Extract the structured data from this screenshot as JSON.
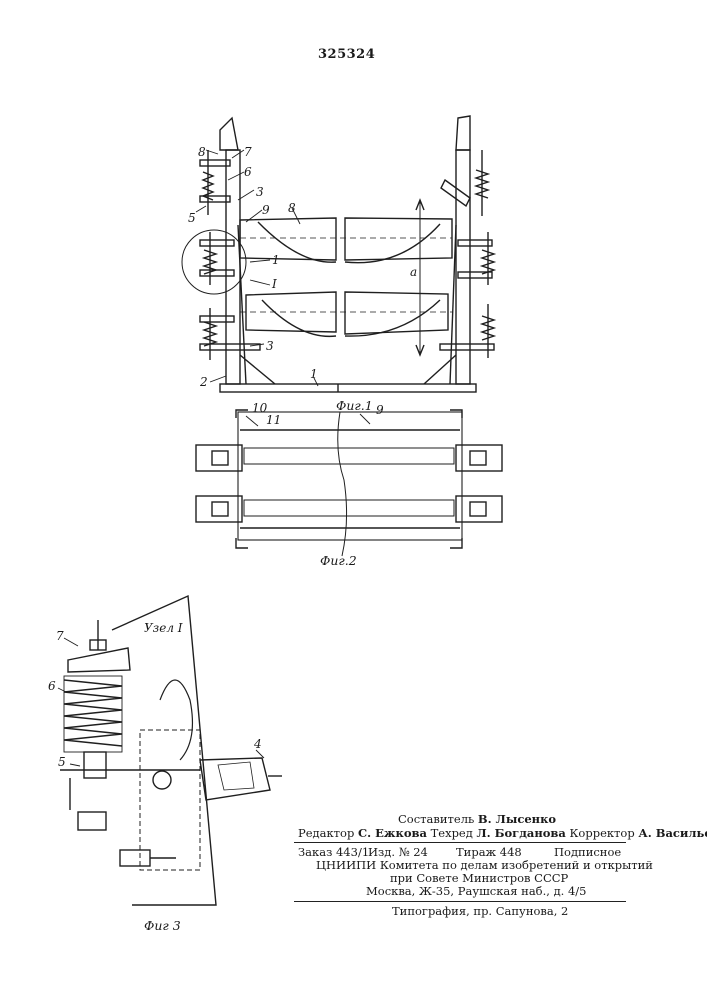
{
  "patent_number": "325324",
  "figures": {
    "fig1": {
      "caption": "Фиг.1",
      "labels": [
        "8",
        "7",
        "6",
        "3",
        "5",
        "9",
        "8",
        "1",
        "I",
        "a",
        "3",
        "2",
        "1"
      ]
    },
    "fig2": {
      "caption": "Фиг.2",
      "labels": [
        "10",
        "11",
        "9"
      ]
    },
    "fig3": {
      "caption": "Фиг 3",
      "title": "Узел I",
      "labels": [
        "7",
        "6",
        "5",
        "4"
      ]
    }
  },
  "imprint": {
    "compiler": {
      "label": "Составитель",
      "name": "В. Лысенко"
    },
    "editor": {
      "label": "Редактор",
      "name": "С. Ежкова"
    },
    "techeditor": {
      "label": "Техред",
      "name": "Л. Богданова"
    },
    "corrector": {
      "label": "Корректор",
      "name": "А. Васильева"
    },
    "order": "Заказ 443/1",
    "edition": "Изд. № 24",
    "circulation": "Тираж 448",
    "subscription": "Подписное",
    "institute_line1": "ЦНИИПИ Комитета по делам изобретений и открытий",
    "institute_line2": "при Совете Министров СССР",
    "address": "Москва, Ж-35, Раушская наб., д. 4/5",
    "printer": "Типография, пр. Сапунова, 2"
  }
}
